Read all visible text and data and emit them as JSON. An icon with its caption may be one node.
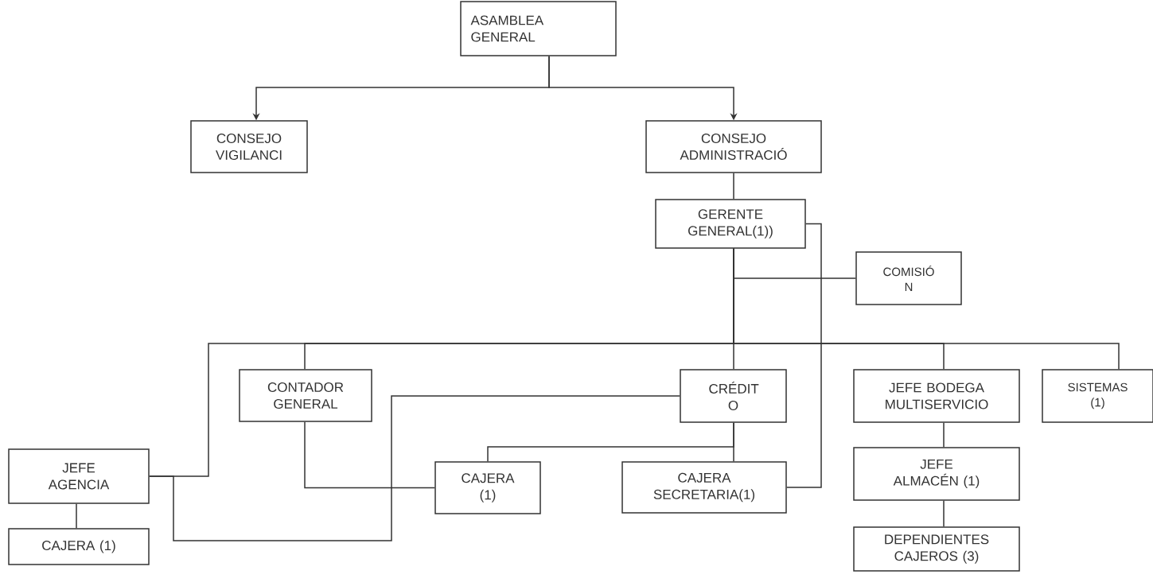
{
  "diagram": {
    "nodes": [
      {
        "text": [
          "ASAMBLEA GENERAL"
        ]
      },
      {
        "text": [
          "CONSEJO VIGILANCI"
        ]
      },
      {
        "text": [
          "CONSEJO ADMINISTRACIÓ"
        ]
      },
      {
        "text": [
          "GERENTE GENERAL(1))"
        ]
      },
      {
        "text": [
          "COMISIÓ N"
        ]
      },
      {
        "text": [
          "CONTADOR GENERAL"
        ]
      },
      {
        "text": [
          "CRÉDIT O"
        ]
      },
      {
        "text": [
          "JEFE BODEGA MULTISERVICIO"
        ]
      },
      {
        "text": [
          "SISTEMAS (1)"
        ]
      },
      {
        "text": [
          "JEFE AGENCIA"
        ]
      },
      {
        "text": [
          "CAJERA (1)"
        ]
      },
      {
        "text": [
          "CAJERA SECRETARIA(1)"
        ]
      },
      {
        "text": [
          "JEFE ALMACÉN (1)"
        ]
      },
      {
        "text": [
          "CAJERA (1)"
        ]
      },
      {
        "text": [
          "DEPENDIENTES CAJEROS (3)"
        ]
      }
    ],
    "edges": [
      {
        "from": 0,
        "to": 1,
        "arrow": "to"
      },
      {
        "from": 0,
        "to": 2,
        "arrow": "to"
      },
      {
        "from": 2,
        "to": 3,
        "arrow": "none"
      },
      {
        "from": 3,
        "to": 4,
        "arrow": "none"
      },
      {
        "from": 3,
        "to": 9,
        "arrow": "none"
      },
      {
        "from": 3,
        "to": 5,
        "arrow": "none"
      },
      {
        "from": 3,
        "to": 6,
        "arrow": "none"
      },
      {
        "from": 3,
        "to": 7,
        "arrow": "none"
      },
      {
        "from": 3,
        "to": 8,
        "arrow": "none"
      },
      {
        "from": 3,
        "to": 11,
        "arrow": "none"
      },
      {
        "from": 6,
        "to": 11,
        "arrow": "none"
      },
      {
        "from": 6,
        "to": 10,
        "arrow": "none"
      },
      {
        "from": 5,
        "to": 10,
        "arrow": "none"
      },
      {
        "from": 9,
        "to": 6,
        "arrow": "none"
      },
      {
        "from": 9,
        "to": 13,
        "arrow": "none"
      },
      {
        "from": 7,
        "to": 12,
        "arrow": "none"
      },
      {
        "from": 12,
        "to": 14,
        "arrow": "none"
      }
    ]
  }
}
